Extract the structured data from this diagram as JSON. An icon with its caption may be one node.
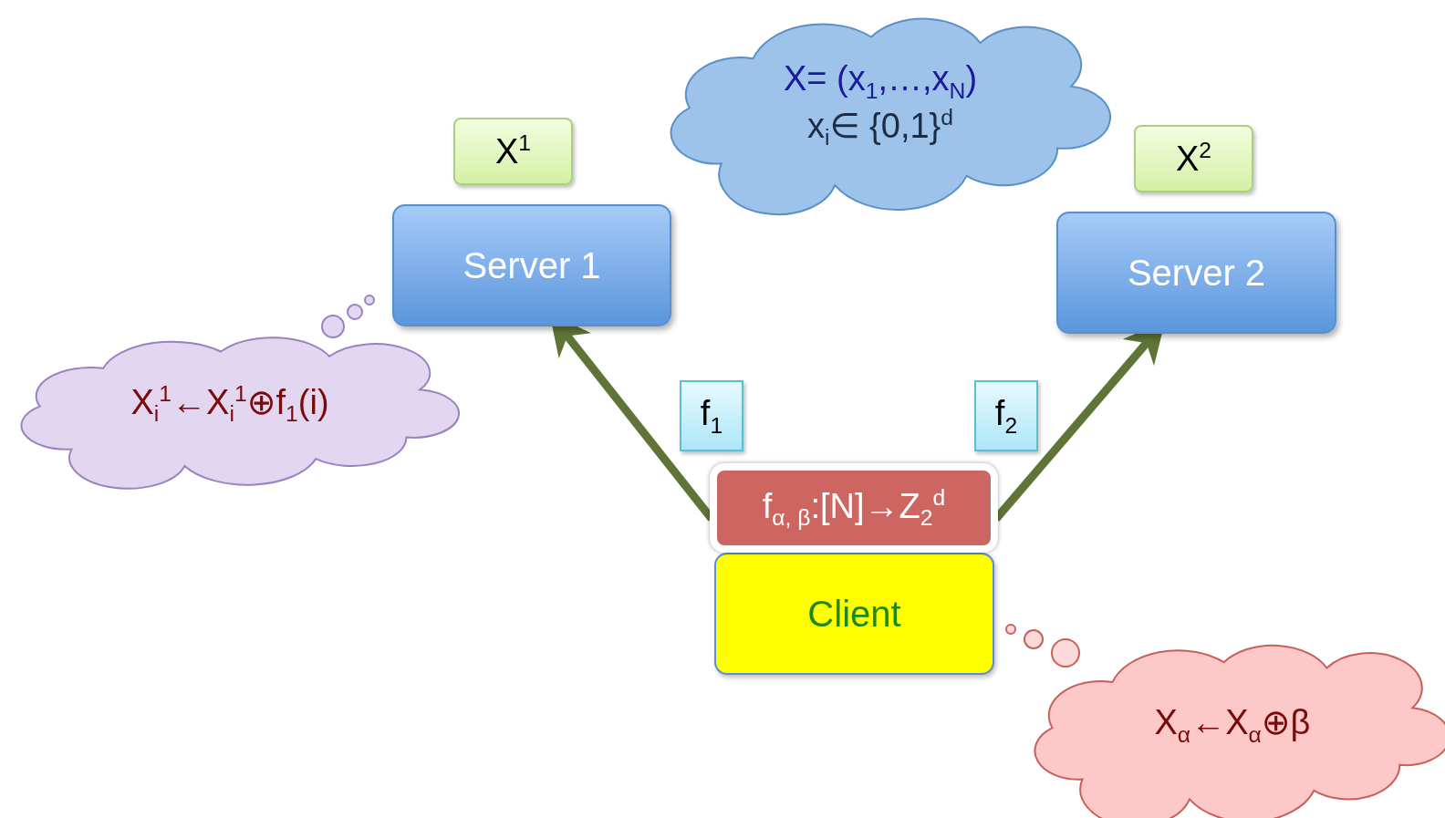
{
  "diagram": {
    "nodes": [
      {
        "text": [
          "X$^{1}$"
        ]
      },
      {
        "text": [
          "X= (x$_{1}$,…,x$_{N}$)",
          "x$_{i}$∈ {0,1}$^{d}$"
        ]
      },
      {
        "text": [
          "X$^{2}$"
        ]
      },
      {
        "text": [
          "Server 1"
        ]
      },
      {
        "text": [
          "Server 2"
        ]
      },
      {
        "text": [
          "X$_{i}$$^{1}$←X$_{i}$$^{1}$⊕f$_{1}$(i)"
        ]
      },
      {
        "text": [
          "f$_{1}$"
        ]
      },
      {
        "text": [
          "f$_{2}$"
        ]
      },
      {
        "text": [
          "f$_{α, β}$:[N]→Z$_{2}$$^{d}$"
        ]
      },
      {
        "text": [
          "Client"
        ]
      },
      {
        "text": [
          "X$_{α}$←X$_{α}$⊕β"
        ]
      }
    ],
    "edges": [
      {
        "from": 8,
        "to": 3,
        "arrow": "to"
      },
      {
        "from": 8,
        "to": 4,
        "arrow": "to"
      }
    ]
  }
}
